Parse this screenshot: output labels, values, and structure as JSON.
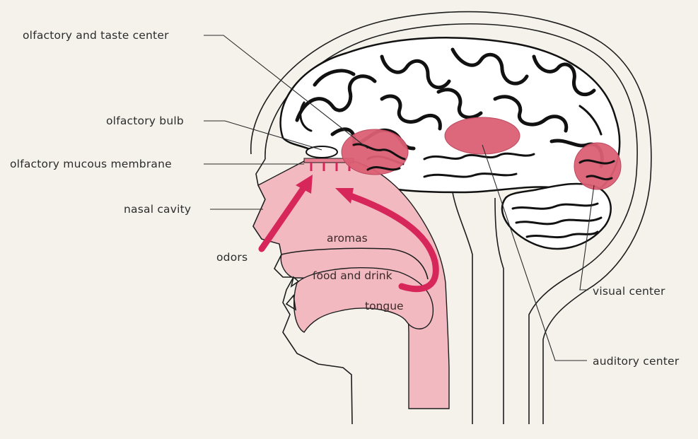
{
  "labels": {
    "olfactory_taste_center": "olfactory and taste center",
    "olfactory_bulb": "olfactory bulb",
    "olfactory_mucous_membrane": "olfactory mucous membrane",
    "nasal_cavity": "nasal cavity",
    "odors": "odors",
    "aromas": "aromas",
    "food_and_drink": "food and drink",
    "tongue": "tongue",
    "visual_center": "visual center",
    "auditory_center": "auditory center"
  },
  "colors": {
    "background": "#f4f2eb",
    "pink_fill": "#f2b9c1",
    "center_fill": "#dc5f74",
    "arrow": "#d6265a",
    "ink": "#1d1d1d"
  }
}
